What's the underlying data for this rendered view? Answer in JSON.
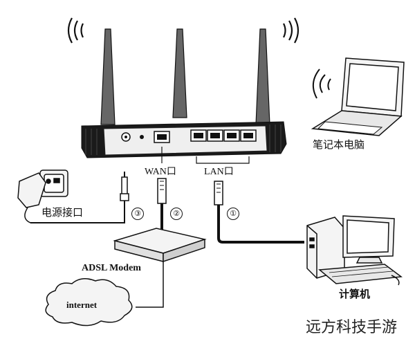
{
  "labels": {
    "wan_port": "WAN口",
    "lan_port": "LAN口",
    "laptop": "笔记本电脑",
    "power_socket": "电源接口",
    "modem": "ADSL Modem",
    "internet": "internet",
    "computer": "计算机"
  },
  "steps": {
    "one": "①",
    "two": "②",
    "three": "③"
  },
  "watermark": "远方科技手游",
  "colors": {
    "line": "#111111",
    "fill_dark": "#1a1a1a",
    "fill_light": "#f4f4f4"
  }
}
